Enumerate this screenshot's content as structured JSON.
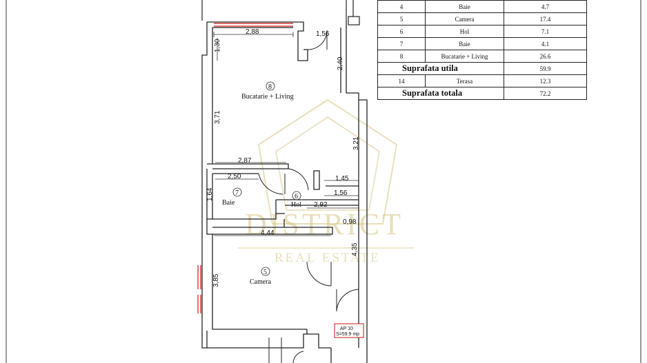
{
  "area_table": {
    "rows": [
      {
        "nr": "4",
        "name": "Baie",
        "area": "4.7"
      },
      {
        "nr": "5",
        "name": "Camera",
        "area": "17.4"
      },
      {
        "nr": "6",
        "name": "Hol",
        "area": "7.1"
      },
      {
        "nr": "7",
        "name": "Baie",
        "area": "4.1"
      },
      {
        "nr": "8",
        "name": "Bucatarie + Living",
        "area": "26.6"
      }
    ],
    "useful_label": "Suprafata utila",
    "useful_value": "59.9",
    "terrace": {
      "nr": "14",
      "name": "Terasa",
      "area": "12.3"
    },
    "total_label": "Suprafata totala",
    "total_value": "72.2"
  },
  "rooms": {
    "living": {
      "number": "8",
      "name": "Bucatarie + Living"
    },
    "bath": {
      "number": "7",
      "name": "Baie"
    },
    "hall": {
      "number": "6",
      "name": "Hol"
    },
    "bedroom": {
      "number": "5",
      "name": "Camera"
    }
  },
  "dimensions": {
    "d288": "2,88",
    "d156a": "1,56",
    "d130": "1,30",
    "d240": "2,40",
    "d371": "3,71",
    "d321": "3,21",
    "d287": "2,87",
    "d250": "2,50",
    "d145": "1,45",
    "d156b": "1,56",
    "d164": "1,64",
    "d292": "2,92",
    "d098": "0,98",
    "d444": "4,44",
    "d435": "4,35",
    "d385": "3,85"
  },
  "apartment_tag": {
    "line1": "AP 10",
    "line2": "S=59.9 mp"
  },
  "watermark": {
    "brand": "DISTRICT",
    "sub": "REAL ESTATE"
  },
  "colors": {
    "wall": "#222222",
    "accent_red": "#cc1111",
    "watermark": "#d6c482"
  }
}
